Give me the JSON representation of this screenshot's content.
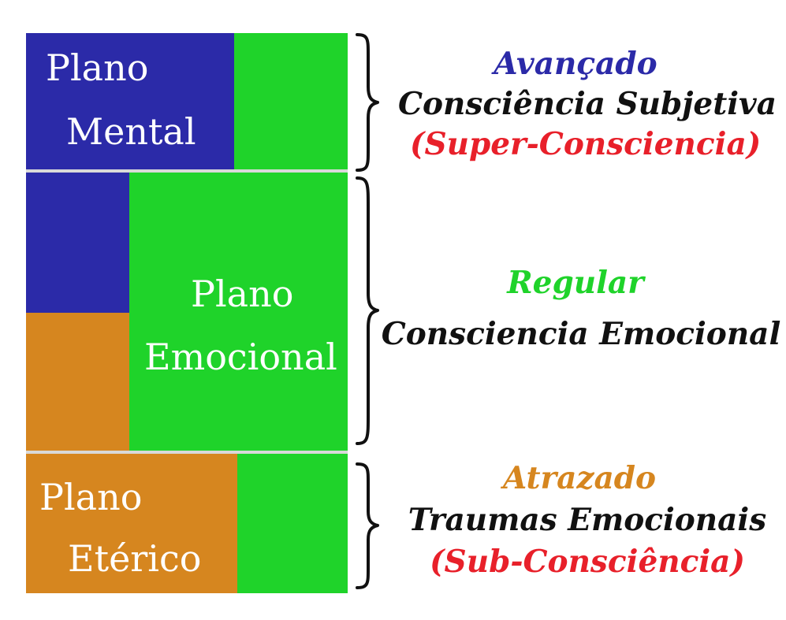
{
  "planes": {
    "mental": {
      "line1": "Plano",
      "line2": "Mental"
    },
    "emocional": {
      "line1": "Plano",
      "line2": "Emocional"
    },
    "eterico": {
      "line1": "Plano",
      "line2": "Etérico"
    }
  },
  "levels": {
    "avancado": {
      "title": "Avançado",
      "subtitle": "Consciência Subjetiva",
      "note": "(Super-Consciencia)",
      "title_color": "#2b2aa8"
    },
    "regular": {
      "title": "Regular",
      "subtitle": "Consciencia Emocional",
      "title_color": "#1fd32a"
    },
    "atrazado": {
      "title": "Atrazado",
      "subtitle": "Traumas Emocionais",
      "note": "(Sub-Consciência)",
      "title_color": "#d6861f"
    }
  },
  "colors": {
    "mental": "#2b2aa8",
    "emocional": "#1fd32a",
    "eterico": "#d6861f",
    "note": "#e8202a",
    "text": "#111111"
  }
}
